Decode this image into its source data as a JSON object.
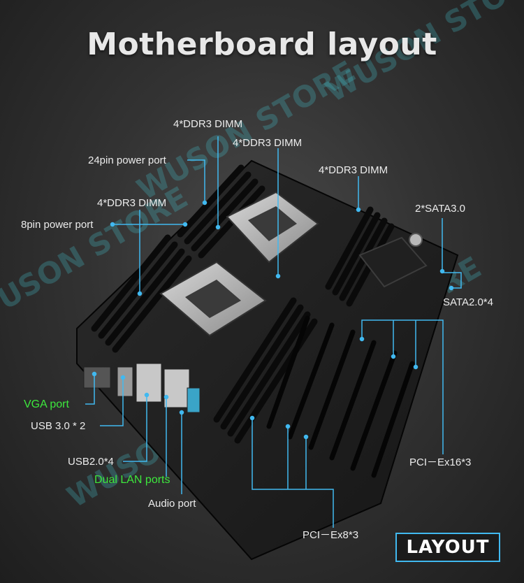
{
  "title": "Motherboard layout",
  "watermark": "WUSON STORE",
  "badge": "LAYOUT",
  "labels": {
    "ddr3_top": "4*DDR3 DIMM",
    "ddr3_mid": "4*DDR3 DIMM",
    "ddr3_right": "4*DDR3 DIMM",
    "ddr3_left": "4*DDR3 DIMM",
    "power_24pin": "24pin power port",
    "power_8pin": "8pin power port",
    "sata3": "2*SATA3.0",
    "sata2": "SATA2.0*4",
    "vga": "VGA port",
    "usb3": "USB 3.0 * 2",
    "usb2": "USB2.0*4",
    "lan": "Dual LAN ports",
    "audio": "Audio port",
    "pcie16": "PCI－Ex16*3",
    "pcie8": "PCI－Ex8*3"
  },
  "colors": {
    "line": "#41b9f0",
    "label": "#ececec",
    "highlight_label": "#3de83d",
    "background": "#2e2e2e"
  }
}
